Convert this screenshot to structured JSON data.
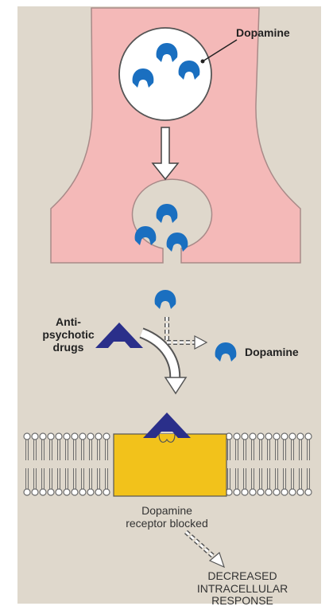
{
  "labels": {
    "dopamine_vesicle": "Dopamine",
    "dopamine_free": "Dopamine",
    "antipsychotic_line1": "Anti-",
    "antipsychotic_line2": "psychotic",
    "antipsychotic_line3": "drugs",
    "receptor_line1": "Dopamine",
    "receptor_line2": "receptor blocked",
    "response_line1": "DECREASED",
    "response_line2": "INTRACELLULAR",
    "response_line3": "RESPONSE"
  },
  "colors": {
    "background": "#dfd8cc",
    "neuron": "#f4b9b8",
    "neuron_outline": "#a88a88",
    "vesicle": "#ffffff",
    "dopamine": "#1a6fc0",
    "drug": "#2a2f8a",
    "receptor": "#f2c21b",
    "membrane": "#8a8a8a"
  },
  "icons": {
    "dopamine": "dopamine-molecule-icon",
    "drug": "antipsychotic-drug-icon"
  }
}
